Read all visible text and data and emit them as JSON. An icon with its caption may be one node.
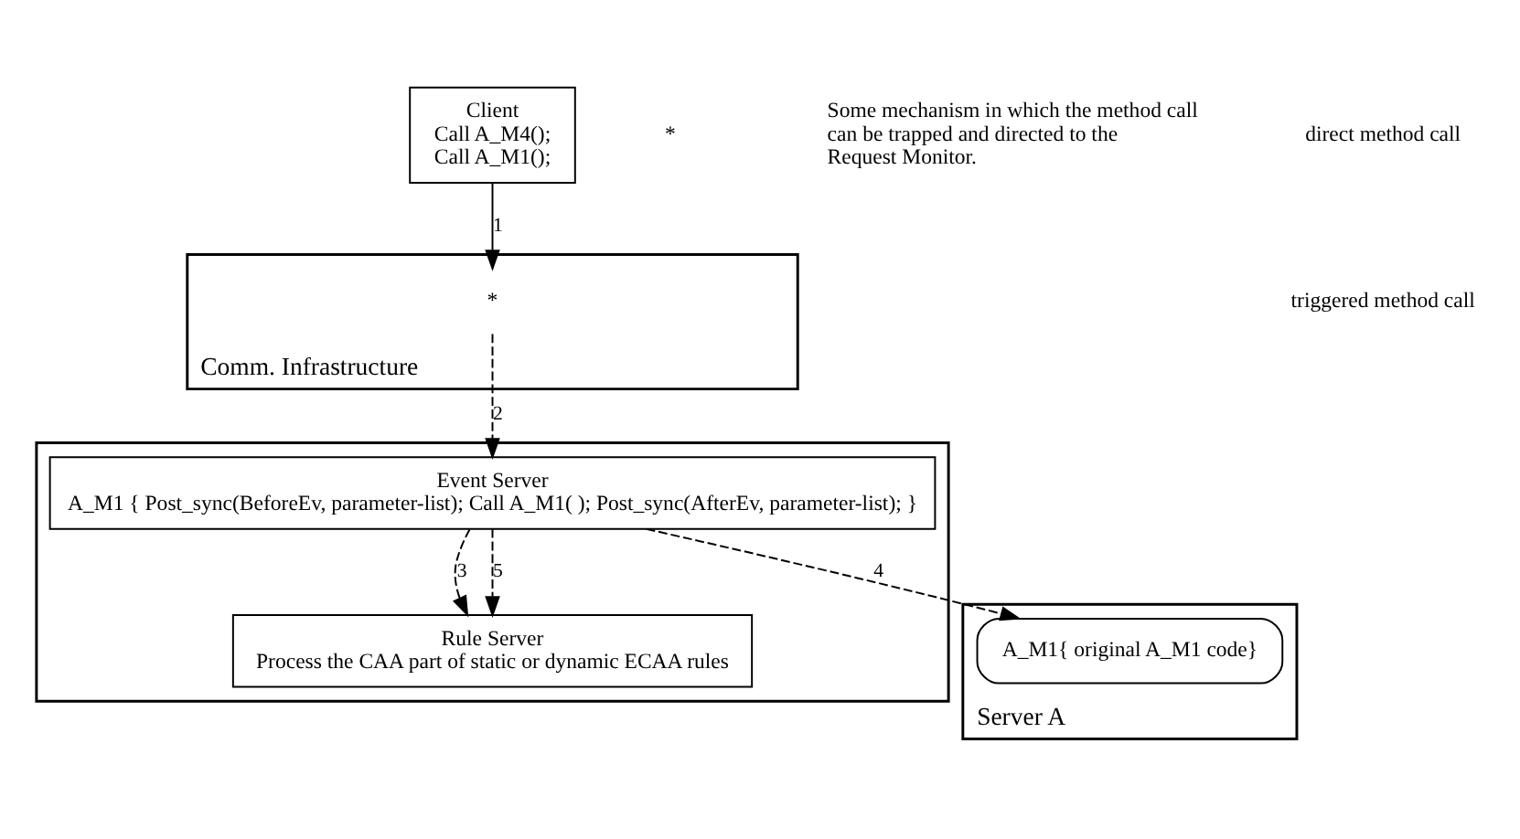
{
  "diagram": {
    "nodes": [
      {
        "text": [
          "Client",
          "Call A_M4();",
          "Call A_M1();"
        ]
      },
      {
        "text": [
          "Server A"
        ]
      },
      {
        "text": [
          "A_M1{ original A_M1 code}"
        ],
        "in": 1
      },
      {
        "text": [
          "Comm. Infrastructure"
        ]
      },
      {
        "text": [
          "*"
        ],
        "in": 3
      },
      {
        "text": [],
        "shape": "box"
      },
      {
        "text": [
          "Event Server",
          "A_M1 { Post_sync(BeforeEv, parameter-list); Call A_M1( ); Post_sync(AfterEv, parameter-list); }"
        ],
        "in": 5
      },
      {
        "text": [
          "Rule Server",
          "Process the CAA part of static or dynamic ECAA rules"
        ],
        "in": 5
      }
    ],
    "edges": [
      {
        "from": 0,
        "to": 4,
        "arrow": "to",
        "label": "1"
      },
      {
        "from": 4,
        "to": 6,
        "arrow": "to",
        "label": "2",
        "style": "dashed"
      },
      {
        "from": 6,
        "to": 7,
        "arrow": "to",
        "label": "3",
        "style": "dashed"
      },
      {
        "from": 6,
        "to": 2,
        "arrow": "to",
        "label": "4",
        "style": "dashed"
      },
      {
        "from": 6,
        "to": 7,
        "arrow": "to",
        "label": "5",
        "style": "dashed"
      }
    ],
    "labels": [
      "*",
      "Some mechanism in which the method call can be trapped and directed to the Request Monitor."
    ],
    "legend": [
      {
        "text": "direct method call"
      },
      {
        "text": "triggered method call"
      }
    ]
  }
}
